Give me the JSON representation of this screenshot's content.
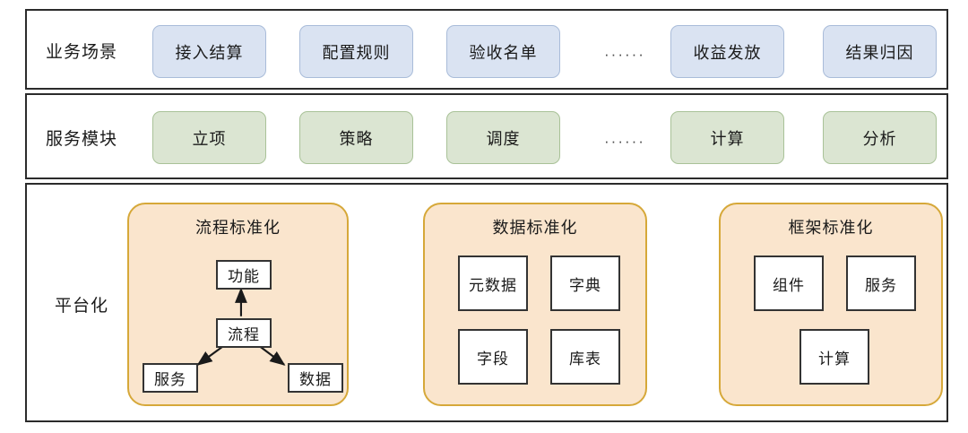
{
  "diagram": {
    "rows": [
      {
        "id": "business-scenario",
        "label": "业务场景",
        "chip_style": "blue",
        "chips": [
          "接入结算",
          "配置规则",
          "验收名单",
          "收益发放",
          "结果归因"
        ],
        "ellipsis": "······"
      },
      {
        "id": "service-module",
        "label": "服务模块",
        "chip_style": "green",
        "chips": [
          "立项",
          "策略",
          "调度",
          "计算",
          "分析"
        ],
        "ellipsis": "······"
      },
      {
        "id": "platform",
        "label": "平台化"
      }
    ],
    "panels": [
      {
        "id": "process-standardization",
        "title": "流程标准化",
        "nodes": [
          "功能",
          "流程",
          "服务",
          "数据"
        ],
        "edges": [
          {
            "from": "流程",
            "to": "功能"
          },
          {
            "from": "流程",
            "to": "服务"
          },
          {
            "from": "流程",
            "to": "数据"
          }
        ]
      },
      {
        "id": "data-standardization",
        "title": "数据标准化",
        "nodes": [
          "元数据",
          "字典",
          "字段",
          "库表"
        ]
      },
      {
        "id": "framework-standardization",
        "title": "框架标准化",
        "nodes": [
          "组件",
          "服务",
          "计算"
        ]
      }
    ],
    "colors": {
      "frame_border": "#2b2b2b",
      "chip_blue_fill": "#dae3f2",
      "chip_blue_border": "#a9bcd9",
      "chip_green_fill": "#dbe5d2",
      "chip_green_border": "#a9c298",
      "panel_fill": "#fae5cd",
      "panel_border": "#d6a839",
      "node_fill": "#ffffff",
      "node_border": "#333333",
      "background": "#ffffff"
    }
  }
}
